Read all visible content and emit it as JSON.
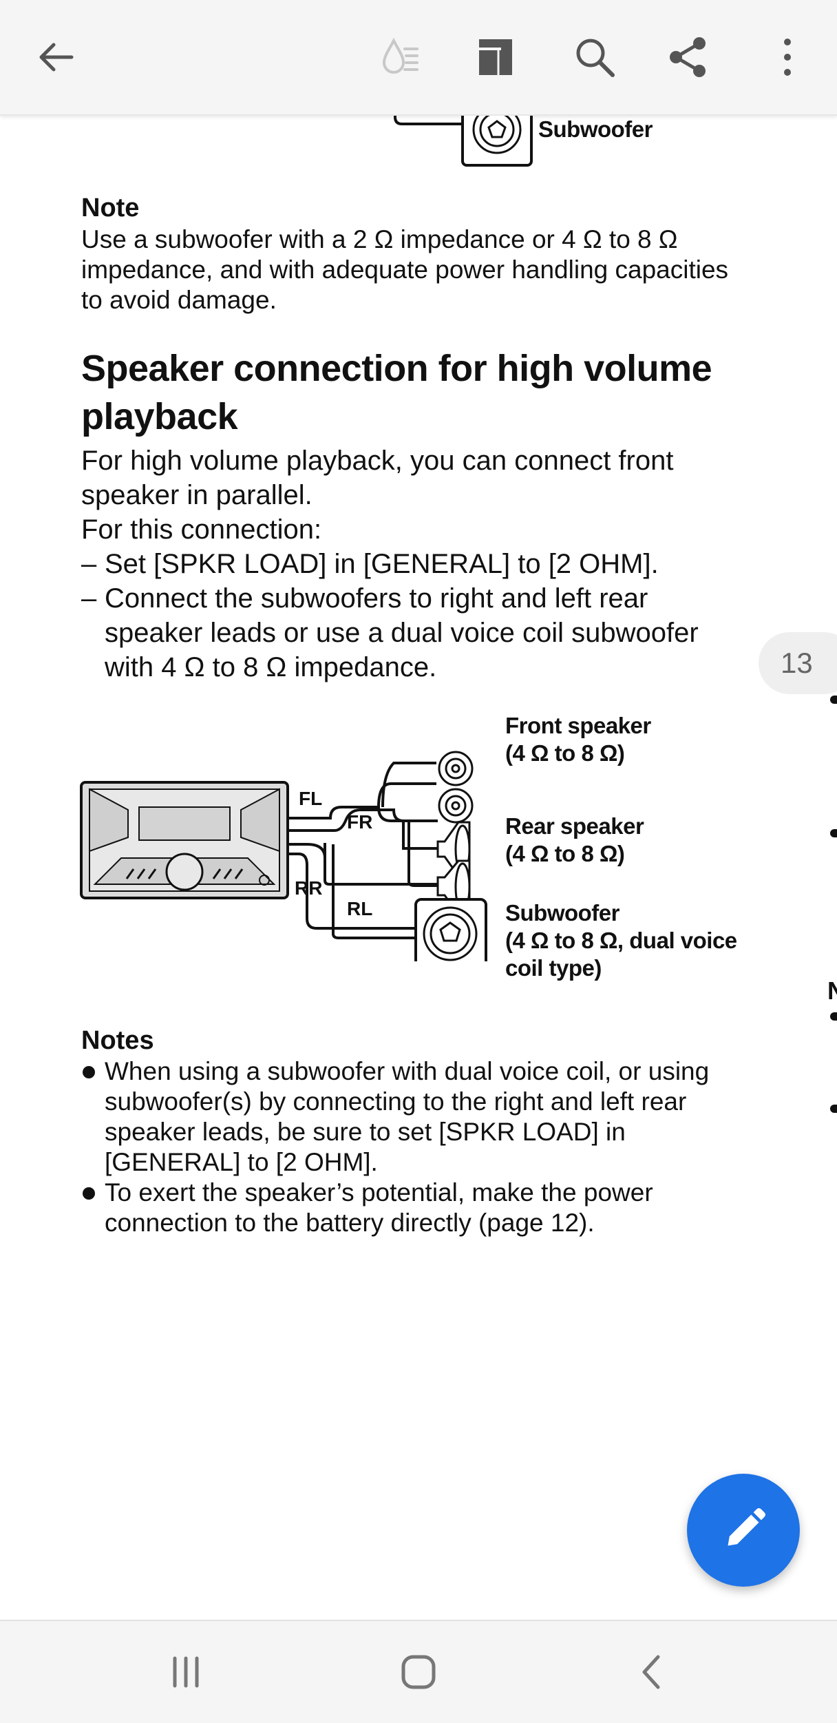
{
  "toolbar": {
    "back_icon": "arrow-left-icon",
    "icons": [
      "reading-mode-icon",
      "bookmark-icon",
      "search-icon",
      "share-icon",
      "more-vert-icon"
    ]
  },
  "document": {
    "top_label": "Subwoofer",
    "note_heading": "Note",
    "note_text": "Use a subwoofer with a 2 Ω impedance or 4 Ω to 8 Ω impedance, and with adequate power handling capacities to avoid damage.",
    "section_title": "Speaker connection for high volume playback",
    "para1": "For high volume playback, you can connect front speaker in parallel.",
    "para2": "For this connection:",
    "dash_items": [
      "Set [SPKR LOAD] in [GENERAL] to [2 OHM].",
      "Connect the subwoofers to right and left rear speaker leads or use a dual voice coil subwoofer with 4 Ω to 8 Ω impedance."
    ],
    "diagram": {
      "front_label_1": "Front speaker",
      "front_label_2": "(4 Ω to 8 Ω)",
      "rear_label_1": "Rear speaker",
      "rear_label_2": "(4 Ω to 8 Ω)",
      "sub_label_1": "Subwoofer",
      "sub_label_2": "(4 Ω to 8 Ω, dual voice",
      "sub_label_3": "coil type)",
      "wire_fl": "FL",
      "wire_fr": "FR",
      "wire_rr": "RR",
      "wire_rl": "RL"
    },
    "notes_heading": "Notes",
    "notes": [
      "When using a subwoofer with dual voice coil, or using subwoofer(s) by connecting to the right and left rear speaker leads, be sure to set [SPKR LOAD] in [GENERAL] to [2 OHM].",
      "To exert the speaker’s potential, make the power connection to the battery directly (page 12)."
    ],
    "next_page_peek": "N"
  },
  "page_indicator": "13",
  "fab": {
    "icon": "pencil-icon"
  },
  "nav": {
    "icons": [
      "recent-apps-icon",
      "home-icon",
      "back-chevron-icon"
    ]
  }
}
